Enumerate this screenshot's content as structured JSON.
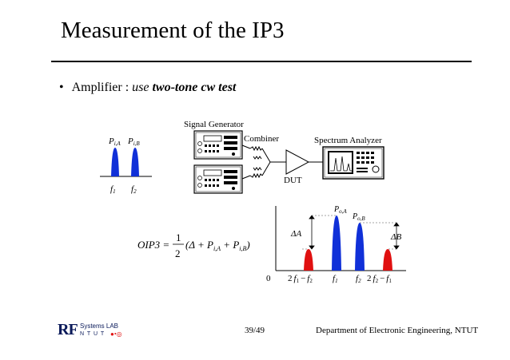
{
  "slide": {
    "title": "Measurement of the IP3",
    "bullet_prefix": "Amplifier : ",
    "bullet_italic": "use ",
    "bullet_bold_italic": "two-tone cw test"
  },
  "diagram": {
    "signal_generator": "Signal Generator",
    "combiner": "Combiner",
    "spectrum_analyzer": "Spectrum Analyzer",
    "dut": "DUT",
    "input_tone_a": "P",
    "input_tone_a_sub": "i,A",
    "input_tone_b": "P",
    "input_tone_b_sub": "i,B",
    "f1": "f",
    "f1_sub": "1",
    "f2": "f",
    "f2_sub": "2",
    "out_a": "P",
    "out_a_sub": "o,A",
    "out_b": "P",
    "out_b_sub": "o,B",
    "delta_a": "ΔA",
    "delta_b": "ΔB",
    "zero": "0",
    "im_low_coef": "2",
    "im_high_coef": "2",
    "minus": "−",
    "formula_lhs": "OIP3 =",
    "formula_num": "1",
    "formula_den": "2",
    "formula_body": "(Δ + P",
    "formula_sub_a": "i,A",
    "formula_plus": " + P",
    "formula_sub_b": "i,B",
    "formula_close": ")"
  },
  "footer": {
    "logo_top": "Systems LAB",
    "logo_rf": "RF",
    "logo_bottom": "N T U T",
    "page": "39/49",
    "department": "Department of Electronic Engineering, NTUT"
  },
  "colors": {
    "blue": "#1030d8",
    "red": "#e01010",
    "grey": "#888888"
  }
}
